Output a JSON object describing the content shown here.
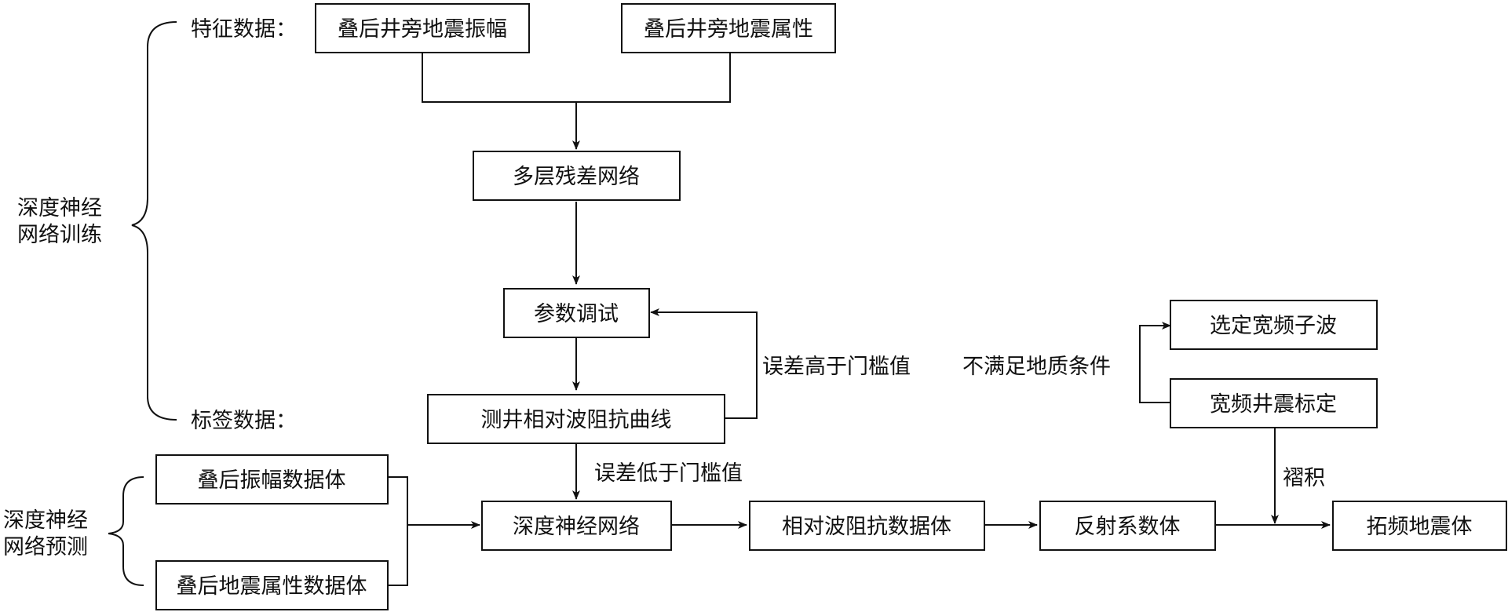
{
  "phases": {
    "training": [
      "深度神经",
      "网络训练"
    ],
    "prediction": [
      "深度神经",
      "网络预测"
    ]
  },
  "labels": {
    "feature_data": "特征数据：",
    "label_data": "标签数据："
  },
  "boxes": {
    "stack_amp": "叠后井旁地震振幅",
    "stack_attr": "叠后井旁地震属性",
    "resnet": "多层残差网络",
    "param_tune": "参数调试",
    "well_curve": "测井相对波阻抗曲线",
    "amp_volume": "叠后振幅数据体",
    "attr_volume": "叠后地震属性数据体",
    "dnn": "深度神经网络",
    "rel_imp_volume": "相对波阻抗数据体",
    "refl_volume": "反射系数体",
    "wavelet": "选定宽频子波",
    "calibration": "宽频井震标定",
    "extended_volume": "拓频地震体"
  },
  "edge_labels": {
    "error_high": "误差高于门槛值",
    "error_low": "误差低于门槛值",
    "not_geologic": "不满足地质条件",
    "convolution": "褶积"
  }
}
